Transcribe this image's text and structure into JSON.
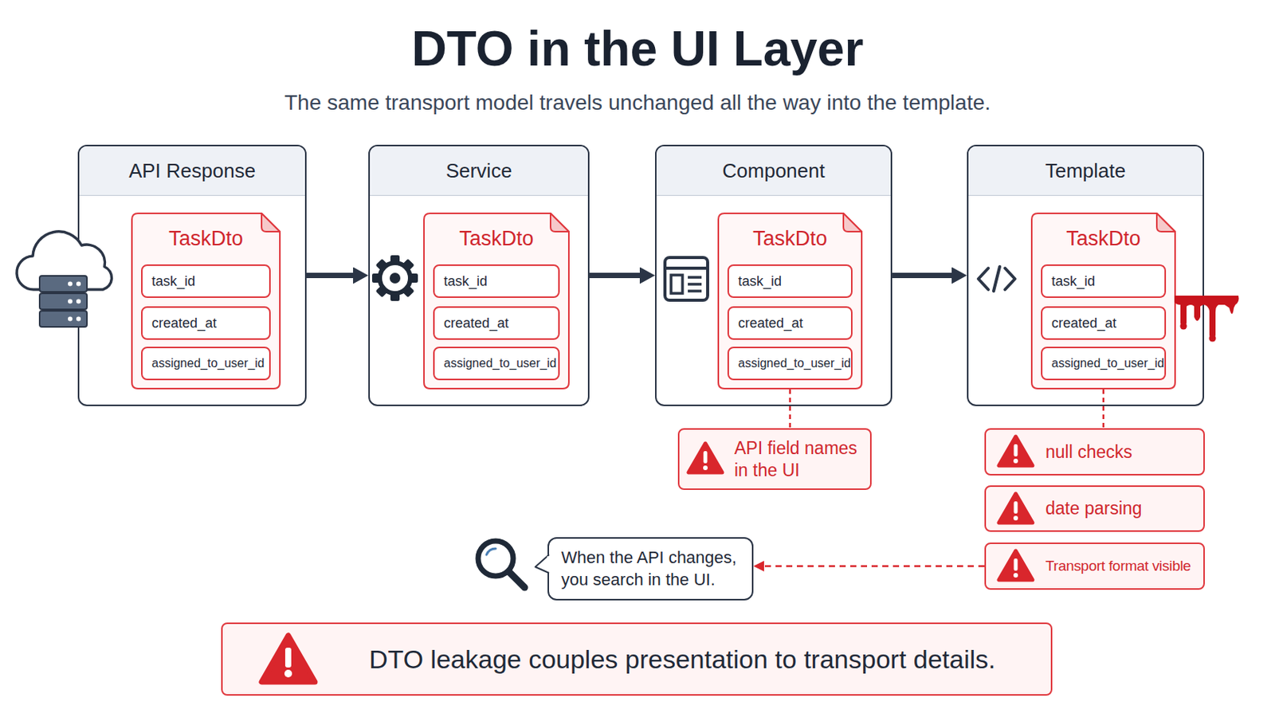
{
  "diagram": {
    "title": "DTO in the UI Layer",
    "nodes": [
      {
        "text": [
          "API Response"
        ]
      },
      {
        "text": [
          "TaskDto"
        ],
        "in": 0
      },
      {
        "text": [
          "task_id"
        ],
        "in": 1
      },
      {
        "text": [
          "created_at"
        ],
        "in": 1
      },
      {
        "text": [
          "assigned_to_user_id"
        ],
        "in": 1
      },
      {
        "text": [
          "Service"
        ]
      },
      {
        "text": [
          "TaskDto"
        ],
        "in": 5
      },
      {
        "text": [
          "task_id"
        ],
        "in": 6
      },
      {
        "text": [
          "created_at"
        ],
        "in": 6
      },
      {
        "text": [
          "assigned_to_user_id"
        ],
        "in": 6
      },
      {
        "text": [
          "Component"
        ]
      },
      {
        "text": [
          "TaskDto"
        ],
        "in": 10
      },
      {
        "text": [
          "task_id"
        ],
        "in": 11
      },
      {
        "text": [
          "created_at"
        ],
        "in": 11
      },
      {
        "text": [
          "assigned_to_user_id"
        ],
        "in": 11
      },
      {
        "text": [
          "Template"
        ]
      },
      {
        "text": [
          "TaskDto"
        ],
        "in": 15
      },
      {
        "text": [
          "task_id"
        ],
        "in": 16
      },
      {
        "text": [
          "created_at"
        ],
        "in": 16
      },
      {
        "text": [
          "assigned_to_user_id"
        ],
        "in": 16
      },
      {
        "text": [
          "API field names in the UI"
        ]
      },
      {
        "text": [
          "null checks"
        ]
      },
      {
        "text": [
          "date parsing"
        ]
      },
      {
        "text": [
          "When the API changes, you search in the UI."
        ]
      },
      {
        "text": [
          "Transport format visible"
        ]
      },
      {
        "text": [
          "DTO leakage couples presentation to transport details."
        ]
      }
    ],
    "edges": [
      {
        "from": 0,
        "to": 5,
        "arrow": "to"
      },
      {
        "from": 5,
        "to": 10,
        "arrow": "to"
      },
      {
        "from": 10,
        "to": 15,
        "arrow": "to"
      },
      {
        "from": 11,
        "to": 20,
        "arrow": "none"
      },
      {
        "from": 16,
        "to": 21,
        "arrow": "none"
      },
      {
        "from": 24,
        "to": 23,
        "arrow": "to"
      }
    ],
    "labels": [
      "The same transport model travels unchanged all the way into the template."
    ]
  }
}
